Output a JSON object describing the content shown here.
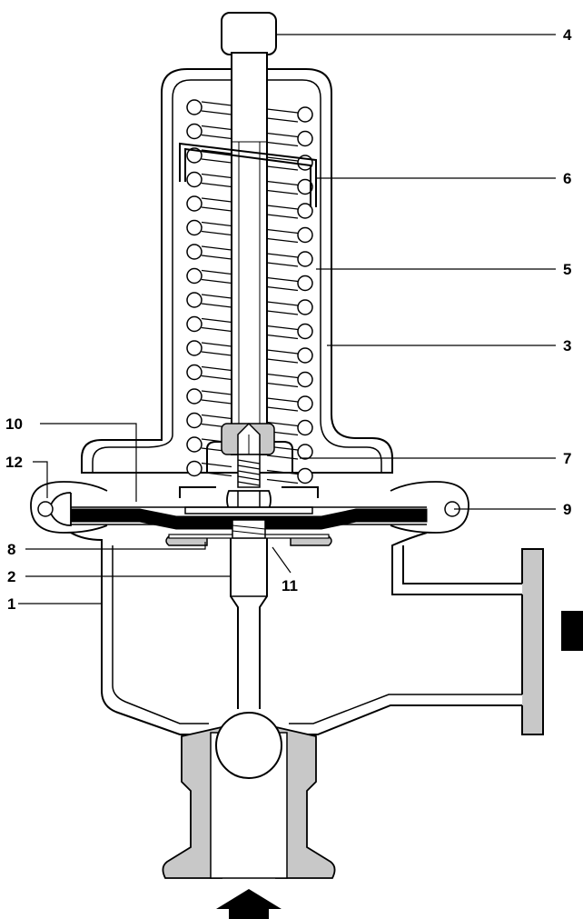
{
  "colors": {
    "outline": "#000000",
    "metal": "#c8c8c8",
    "gasket": "#000000",
    "background": "#ffffff"
  },
  "icons": {
    "outlet_flow": "arrow-right-icon",
    "inlet_flow": "arrow-up-icon"
  },
  "labels": {
    "l1": "1",
    "l2": "2",
    "l3": "3",
    "l4": "4",
    "l5": "5",
    "l6": "6",
    "l7": "7",
    "l8": "8",
    "l9": "9",
    "l10": "10",
    "l11": "11",
    "l12": "12"
  }
}
